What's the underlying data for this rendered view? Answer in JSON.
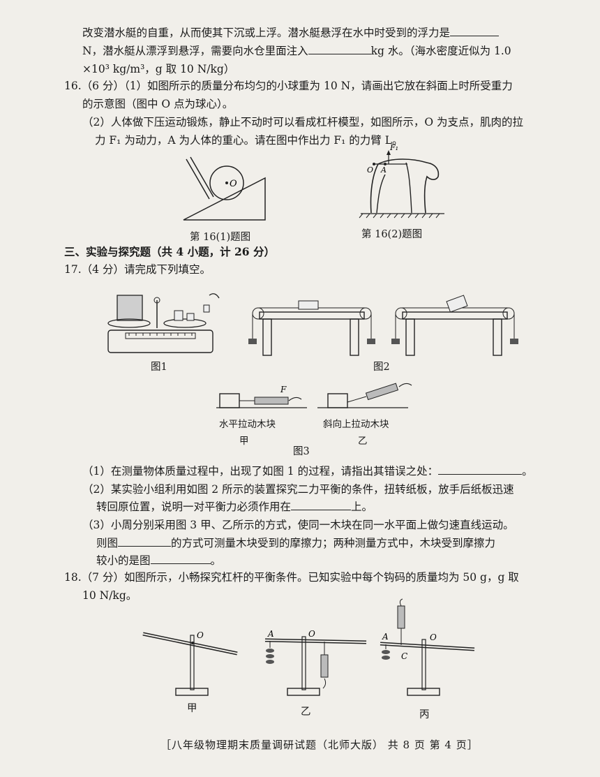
{
  "q15": {
    "line1": "改变潜水艇的自重，从而使其下沉或上浮。潜水艇悬浮在水中时受到的浮力是",
    "line2a": "N，潜水艇从漂浮到悬浮，需要向水仓里面注入",
    "line2b": "kg 水。（海水密度近似为 1.0",
    "line3": "×10³ kg/m³，g 取 10 N/kg）"
  },
  "q16": {
    "line1": "16.（6 分）（1）如图所示的质量分布均匀的小球重为 10 N，请画出它放在斜面上时所受重力",
    "line2": "的示意图（图中 O 点为球心）。",
    "line3": "（2）人体做下压运动锻炼，静止不动时可以看成杠杆模型，如图所示，O 为支点，肌肉的拉",
    "line4": "力 F₁ 为动力，A 为人体的重心。请在图中作出力 F₁ 的力臂 L。",
    "fig1_caption": "第 16(1)题图",
    "fig2_caption": "第 16(2)题图",
    "fig1_label_o": "O",
    "fig2_label_f": "F₁",
    "fig2_label_o": "O",
    "fig2_label_a": "A"
  },
  "section3": "三、实验与探究题（共 4 小题，计 26 分）",
  "q17": {
    "intro": "17.（4 分）请完成下列填空。",
    "fig1_caption": "图1",
    "fig2_caption": "图2",
    "fig3_caption": "图3",
    "fig3a_text": "水平拉动木块",
    "fig3b_text": "斜向上拉动木块",
    "fig3a_label": "甲",
    "fig3b_label": "乙",
    "fig3_force": "F",
    "p1a": "（1）在测量物体质量过程中，出现了如图 1 的过程，请指出其错误之处：",
    "p1b": "。",
    "p2a": "（2）某实验小组利用如图 2 所示的装置探究二力平衡的条件，扭转纸板，放手后纸板迅速",
    "p2b": "转回原位置，说明一对平衡力必须作用在",
    "p2c": "上。",
    "p3a": "（3）小周分别采用图 3 甲、乙所示的方式，使同一木块在同一水平面上做匀速直线运动。",
    "p3b": "则图",
    "p3c": "的方式可测量木块受到的摩擦力；两种测量方式中，木块受到摩擦力",
    "p3d": "较小的是图",
    "p3e": "。"
  },
  "q18": {
    "line1": "18.（7 分）如图所示，小畅探究杠杆的平衡条件。已知实验中每个钩码的质量均为 50 g，g 取",
    "line2": "10 N/kg。",
    "fig_a_label": "甲",
    "fig_b_label": "乙",
    "fig_c_label": "丙",
    "label_o": "O",
    "label_a": "A",
    "label_c": "C"
  },
  "footer": "［八年级物理期末质量调研试题（北师大版）  共 8 页   第 4 页］"
}
